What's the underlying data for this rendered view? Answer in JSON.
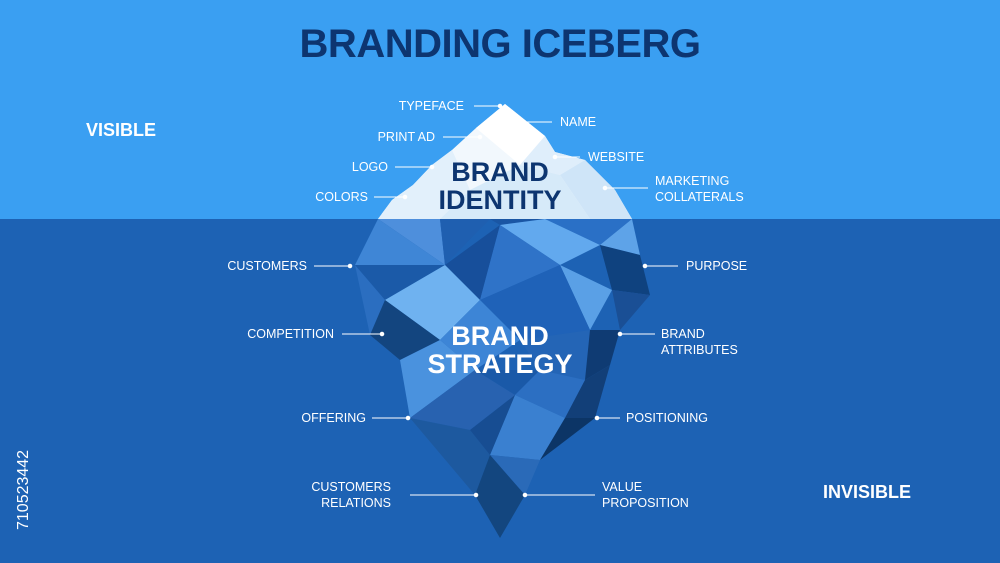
{
  "title": "BRANDING ICEBERG",
  "regions": {
    "visible": "VISIBLE",
    "invisible": "INVISIBLE"
  },
  "tip": {
    "line1": "BRAND",
    "line2": "IDENTITY"
  },
  "base": {
    "line1": "BRAND",
    "line2": "STRATEGY"
  },
  "labels": {
    "typeface": "TYPEFACE",
    "print_ad": "PRINT AD",
    "logo": "LOGO",
    "colors": "COLORS",
    "name": "NAME",
    "website": "WEBSITE",
    "marketing": "MARKETING",
    "collaterals": "COLLATERALS",
    "customers": "CUSTOMERS",
    "competition": "COMPETITION",
    "offering": "OFFERING",
    "customers_relations_1": "CUSTOMERS",
    "customers_relations_2": "RELATIONS",
    "purpose": "PURPOSE",
    "brand_attributes_1": "BRAND",
    "brand_attributes_2": "ATTRIBUTES",
    "positioning": "POSITIONING",
    "value_proposition_1": "VALUE",
    "value_proposition_2": "PROPOSITION"
  },
  "watermark": "710523442",
  "colors": {
    "sky": "#3a9ff2",
    "sea": "#1d62b4",
    "title": "#0d3570",
    "ice_light": "#eaf4fc",
    "ice_dark": "#0d3d80"
  }
}
